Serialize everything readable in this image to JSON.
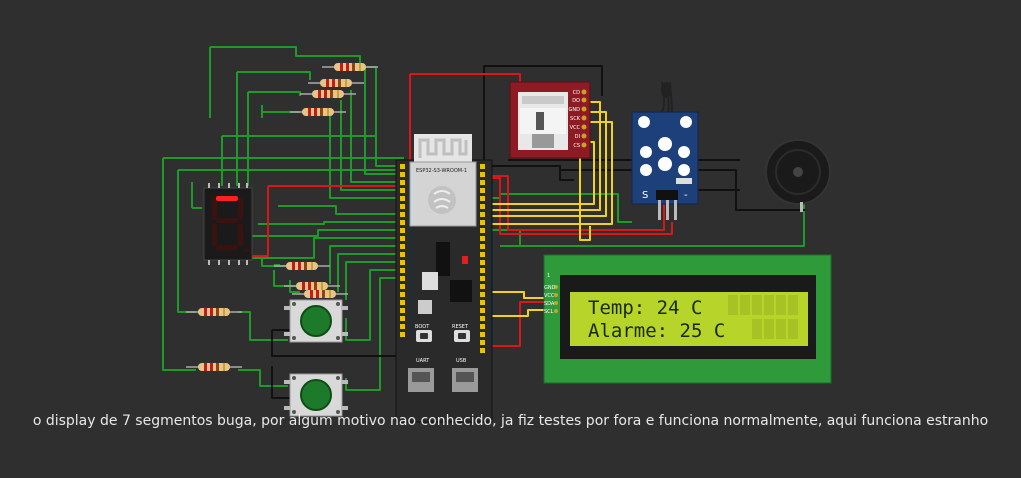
{
  "caption": "o display de 7 segmentos buga, por algum motivo nao conhecido, ja fiz testes por fora e funciona normalmente, aqui funciona estranho",
  "lcd": {
    "line1": "Temp: 24 C",
    "line2": "Alarme: 25 C",
    "pins": [
      "GND",
      "VCC",
      "SDA",
      "SCL"
    ]
  },
  "sd_module": {
    "pins": [
      "CD",
      "DO",
      "GND",
      "SCK",
      "VCC",
      "DI",
      "CS"
    ]
  },
  "temp_sensor": {
    "label_left": "S",
    "label_right": "-"
  },
  "board": {
    "chip_label": "ESP32-S3-WROOM-1",
    "btn_left": "BOOT",
    "btn_right": "RESET",
    "usb_left": "UART",
    "usb_right": "USB"
  },
  "colors": {
    "background": "#2f2f2f",
    "wire_green": "#1f9a2a",
    "wire_red": "#d81818",
    "wire_yellow": "#f2d21b",
    "wire_black": "#111111",
    "lcd_green": "#2e9a3a",
    "lcd_screen": "#b7d42a"
  },
  "icons": {
    "seven_segment": "seven-segment-display-icon",
    "buzzer": "buzzer-icon",
    "button": "push-button-icon"
  }
}
